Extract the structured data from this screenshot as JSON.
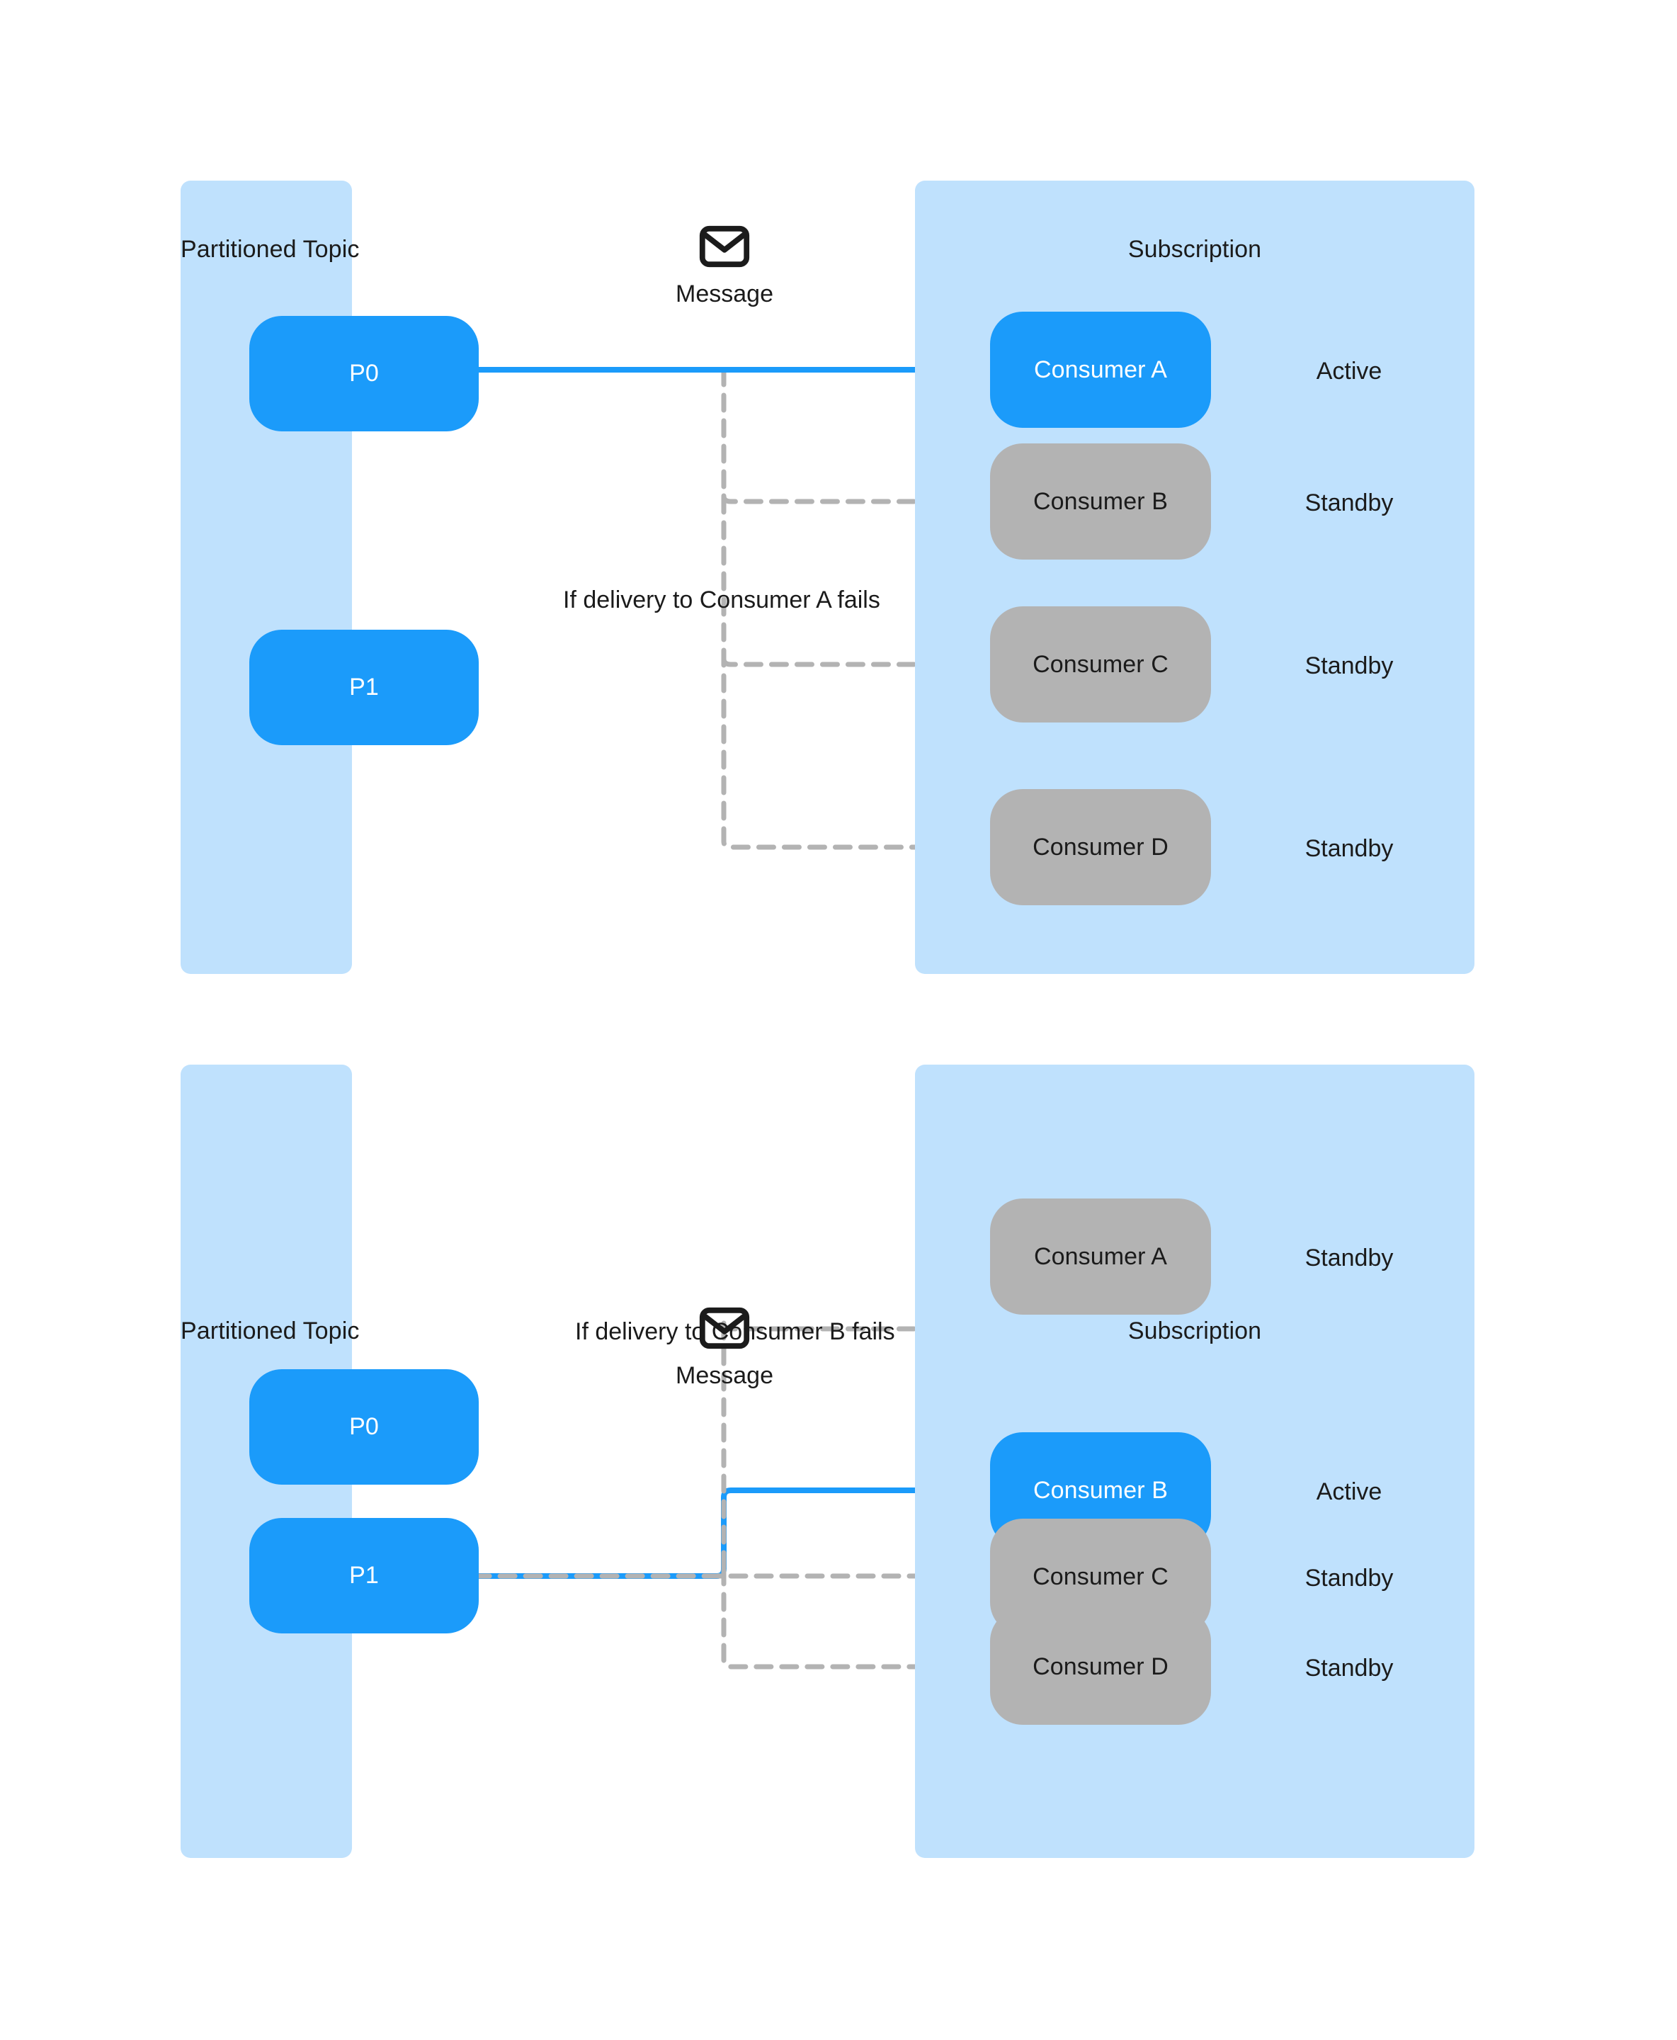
{
  "diagram": {
    "title_semantics": "failover-subscription-message-routing",
    "colors": {
      "panel_bg": "#bfe1fd",
      "active_blue": "#1b9bfa",
      "standby_gray": "#b3b3b3",
      "text_dark": "#1b1b1b",
      "text_light": "#ffffff",
      "wire_gray": "#b3b3b3",
      "wire_blue": "#1b9bfa"
    },
    "message_icon": {
      "name": "envelope-icon",
      "caption": "Message"
    },
    "sections": [
      {
        "id": "scenario-a",
        "topic_panel_title": "Partitioned Topic",
        "subscription_panel_title": "Subscription",
        "message_caption": "Message",
        "fail_label": "If delivery to Consumer A fails",
        "partitions": [
          {
            "label": "P0",
            "state": "active"
          },
          {
            "label": "P1",
            "state": "active"
          }
        ],
        "consumers": [
          {
            "label": "Consumer A",
            "status": "Active",
            "state": "active"
          },
          {
            "label": "Consumer B",
            "status": "Standby",
            "state": "standby"
          },
          {
            "label": "Consumer C",
            "status": "Standby",
            "state": "standby"
          },
          {
            "label": "Consumer D",
            "status": "Standby",
            "state": "standby"
          }
        ],
        "active_route": {
          "from": "P0",
          "to": "Consumer A",
          "style": "solid-blue"
        },
        "failover_routes": [
          {
            "to": "Consumer B",
            "style": "dashed-gray"
          },
          {
            "to": "Consumer C",
            "style": "dashed-gray"
          },
          {
            "to": "Consumer D",
            "style": "dashed-gray"
          }
        ]
      },
      {
        "id": "scenario-b",
        "topic_panel_title": "Partitioned Topic",
        "subscription_panel_title": "Subscription",
        "message_caption": "Message",
        "fail_label": "If delivery to Consumer B fails",
        "partitions": [
          {
            "label": "P0",
            "state": "active"
          },
          {
            "label": "P1",
            "state": "active"
          }
        ],
        "consumers": [
          {
            "label": "Consumer A",
            "status": "Standby",
            "state": "standby"
          },
          {
            "label": "Consumer B",
            "status": "Active",
            "state": "active"
          },
          {
            "label": "Consumer C",
            "status": "Standby",
            "state": "standby"
          },
          {
            "label": "Consumer D",
            "status": "Standby",
            "state": "standby"
          }
        ],
        "active_route": {
          "from": "P1",
          "to": "Consumer B",
          "style": "solid-blue-over-dashed"
        },
        "failover_routes": [
          {
            "to": "Consumer A",
            "style": "dashed-gray"
          },
          {
            "to": "Consumer C",
            "style": "dashed-gray"
          },
          {
            "to": "Consumer D",
            "style": "dashed-gray"
          }
        ]
      }
    ]
  }
}
